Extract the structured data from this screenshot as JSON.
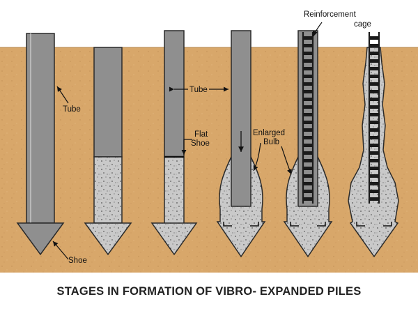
{
  "caption": "STAGES IN FORMATION OF VIBRO- EXPANDED PILES",
  "labels": {
    "tube_1": "Tube",
    "shoe_1": "Shoe",
    "tube_3": "Tube",
    "flat_shoe_line1": "Flat",
    "flat_shoe_line2": "Shoe",
    "bulb_line1": "Enlarged",
    "bulb_line2": "Bulb",
    "cage_line1": "Reinforcement",
    "cage_line2": "cage"
  },
  "colors": {
    "soil": "#d8a76a",
    "tube": "#8f8f8f",
    "concrete": "#c9c9c9",
    "outline": "#2a2a2a"
  }
}
